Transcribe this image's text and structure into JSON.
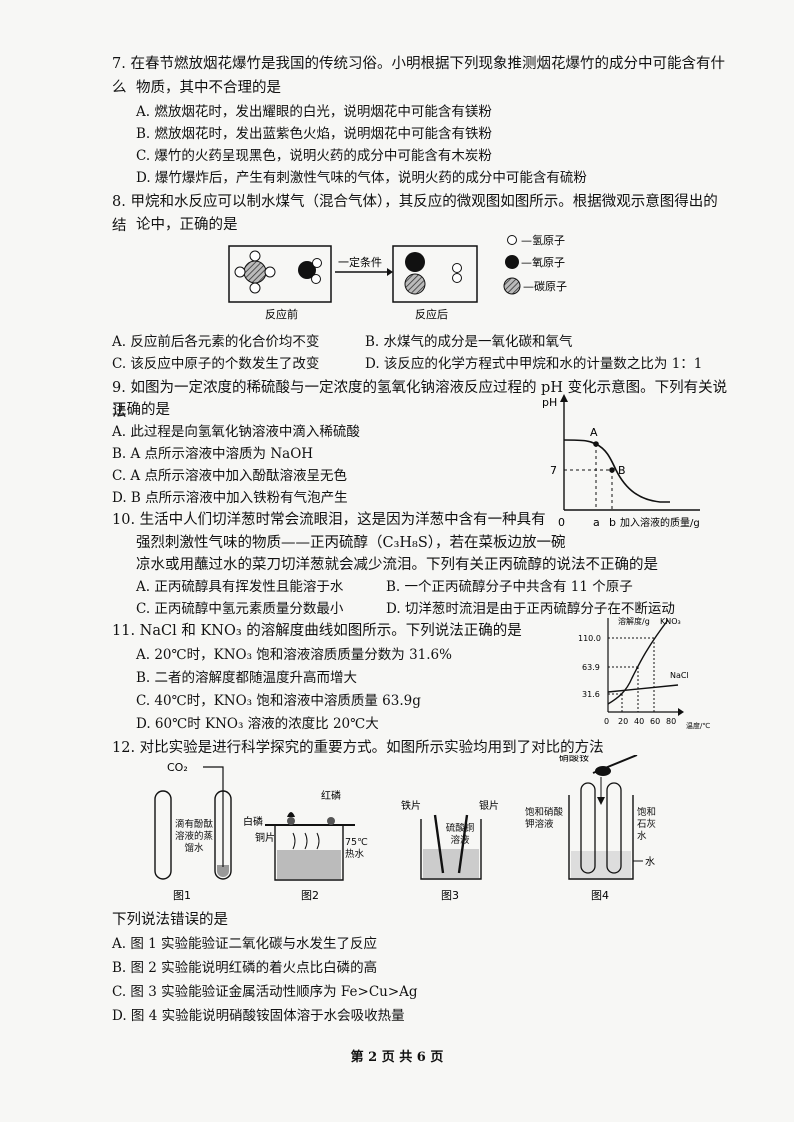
{
  "q7": {
    "stem1": "7. 在春节燃放烟花爆竹是我国的传统习俗。小明根据下列现象推测烟花爆竹的成分中可能含有什么",
    "stem2": "物质，其中不合理的是",
    "a": "A. 燃放烟花时，发出耀眼的白光，说明烟花中可能含有镁粉",
    "b": "B. 燃放烟花时，发出蓝紫色火焰，说明烟花中可能含有铁粉",
    "c": "C. 爆竹的火药呈现黑色，说明火药的成分中可能含有木炭粉",
    "d": "D. 爆竹爆炸后，产生有刺激性气味的气体，说明火药的成分中可能含有硫粉"
  },
  "q8": {
    "stem1": "8. 甲烷和水反应可以制水煤气（混合气体），其反应的微观图如图所示。根据微观示意图得出的结",
    "stem2": "论中，正确的是",
    "before": "反应前",
    "after": "反应后",
    "condition": "一定条件",
    "legend_h": "—氢原子",
    "legend_o": "—氧原子",
    "legend_c": "—碳原子",
    "a": "A. 反应前后各元素的化合价均不变",
    "b": "B. 水煤气的成分是一氧化碳和氧气",
    "c": "C. 该反应中原子的个数发生了改变",
    "d": "D. 该反应的化学方程式中甲烷和水的计量数之比为 1：1"
  },
  "q9": {
    "stem1": "9. 如图为一定浓度的稀硫酸与一定浓度的氢氧化钠溶液反应过程的 pH 变化示意图。下列有关说法",
    "stem2": "正确的是",
    "a": "A. 此过程是向氢氧化钠溶液中滴入稀硫酸",
    "b": "B. A 点所示溶液中溶质为 NaOH",
    "c": "C. A 点所示溶液中加入酚酞溶液呈无色",
    "d": "D. B 点所示溶液中加入铁粉有气泡产生",
    "ylabel": "pH",
    "xlabel": "加入溶液的质量/g",
    "y7": "7",
    "pA": "A",
    "pB": "B",
    "x0": "0",
    "xa": "a",
    "xb": "b"
  },
  "q10": {
    "stem1": "10. 生活中人们切洋葱时常会流眼泪，这是因为洋葱中含有一种具有",
    "stem2": "强烈刺激性气味的物质——正丙硫醇（C₃H₈S），若在菜板边放一碗",
    "stem3": "凉水或用蘸过水的菜刀切洋葱就会减少流泪。下列有关正丙硫醇的说法不正确的是",
    "a": "A. 正丙硫醇具有挥发性且能溶于水",
    "b": "B. 一个正丙硫醇分子中共含有 11 个原子",
    "c": "C. 正丙硫醇中氢元素质量分数最小",
    "d": "D. 切洋葱时流泪是由于正丙硫醇分子在不断运动"
  },
  "q11": {
    "stem": "11. NaCl 和 KNO₃ 的溶解度曲线如图所示。下列说法正确的是",
    "a": "A. 20℃时，KNO₃ 饱和溶液溶质质量分数为 31.6%",
    "b": "B. 二者的溶解度都随温度升高而增大",
    "c": "C. 40℃时，KNO₃ 饱和溶液中溶质质量 63.9g",
    "d": "D. 60℃时 KNO₃ 溶液的浓度比 20℃大",
    "ylabel": "溶解度/g",
    "xlabel": "温度/℃",
    "kno3": "KNO₃",
    "nacl": "NaCl",
    "y110": "110.0",
    "y639": "63.9",
    "y316": "31.6",
    "x0": "0",
    "x20": "20",
    "x40": "40",
    "x60": "60",
    "x80": "80"
  },
  "q12": {
    "stem": "12. 对比实验是进行科学探究的重要方式。如图所示实验均用到了对比的方法",
    "co2": "CO₂",
    "tube_label": "滴有酚酞溶液的蒸馏水",
    "white_p": "白磷",
    "red_p": "红磷",
    "cu_sheet": "铜片",
    "water75": "75℃热水",
    "fe_sheet": "铁片",
    "ag_sheet": "银片",
    "cuso4": "硫酸铜溶液",
    "nh4no3": "硝酸铵",
    "kno3_sat": "饱和硝酸钾溶液",
    "lime_sat": "饱和石灰水",
    "water": "水",
    "f1": "图1",
    "f2": "图2",
    "f3": "图3",
    "f4": "图4",
    "stem2": "下列说法错误的是",
    "a": "A. 图 1 实验能验证二氧化碳与水发生了反应",
    "b": "B. 图 2 实验能说明红磷的着火点比白磷的高",
    "c": "C. 图 3 实验能验证金属活动性顺序为 Fe>Cu>Ag",
    "d": "D. 图 4 实验能说明硝酸铵固体溶于水会吸收热量"
  },
  "footer": "第 2 页 共 6 页"
}
